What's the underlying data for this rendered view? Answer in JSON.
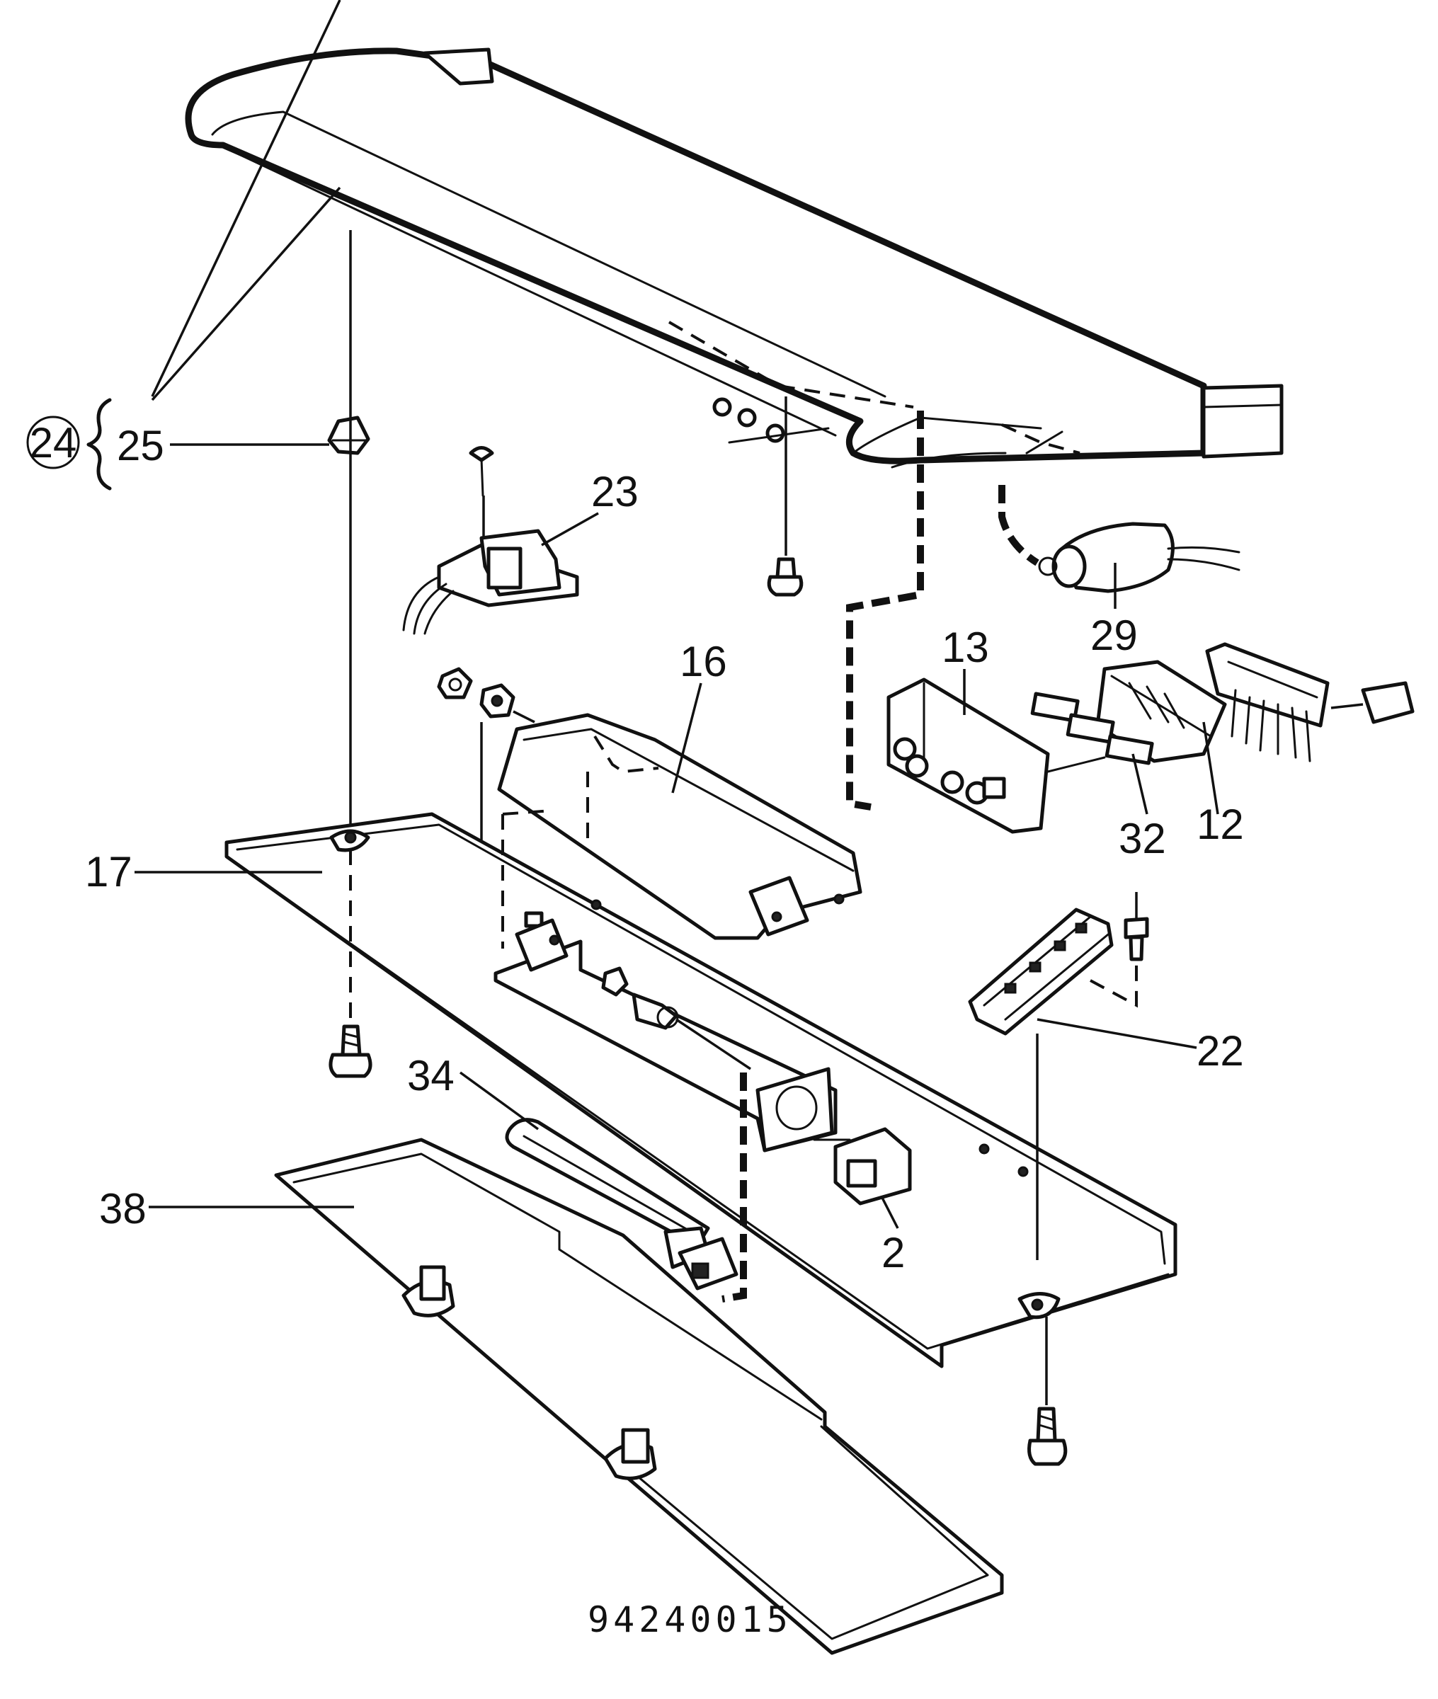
{
  "drawing_number": "94240015",
  "group_label": "24",
  "callouts": [
    {
      "id": "25",
      "text": "25"
    },
    {
      "id": "23",
      "text": "23"
    },
    {
      "id": "16",
      "text": "16"
    },
    {
      "id": "13",
      "text": "13"
    },
    {
      "id": "29",
      "text": "29"
    },
    {
      "id": "32",
      "text": "32"
    },
    {
      "id": "12",
      "text": "12"
    },
    {
      "id": "17",
      "text": "17"
    },
    {
      "id": "22",
      "text": "22"
    },
    {
      "id": "34",
      "text": "34"
    },
    {
      "id": "38",
      "text": "38"
    },
    {
      "id": "2",
      "text": "2"
    }
  ]
}
